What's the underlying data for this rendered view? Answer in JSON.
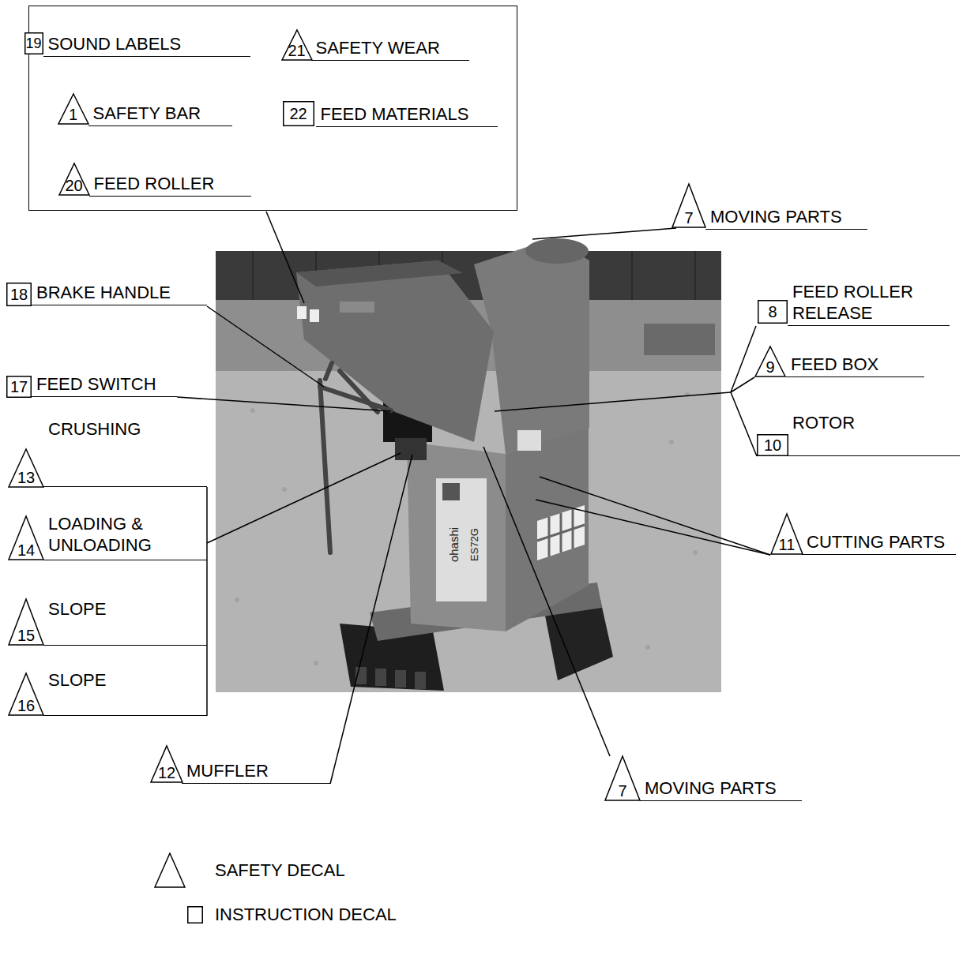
{
  "diagram": {
    "nodes": [
      {
        "text": []
      },
      {
        "text": [
          "19",
          "SOUND LABELS"
        ],
        "in": 0
      },
      {
        "text": [
          "21",
          "SAFETY WEAR"
        ],
        "in": 0
      },
      {
        "text": [
          "1",
          "SAFETY BAR"
        ],
        "in": 0
      },
      {
        "text": [
          "22",
          "FEED MATERIALS"
        ],
        "in": 0
      },
      {
        "text": [
          "20",
          "FEED ROLLER"
        ],
        "in": 0
      },
      {
        "text": [
          "7",
          "MOVING PARTS"
        ]
      },
      {
        "text": [
          "18",
          "BRAKE HANDLE"
        ]
      },
      {
        "text": [
          "8",
          "FEED ROLLER RELEASE"
        ]
      },
      {
        "text": [
          "17",
          "FEED SWITCH"
        ]
      },
      {
        "text": [
          "9",
          "FEED BOX"
        ]
      },
      {
        "text": [
          "13",
          "CRUSHING"
        ]
      },
      {
        "text": [
          "10",
          "ROTOR"
        ]
      },
      {
        "text": [
          "14",
          "LOADING & UNLOADING"
        ]
      },
      {
        "text": [
          "11",
          "CUTTING PARTS"
        ]
      },
      {
        "text": [
          "15",
          "SLOPE"
        ]
      },
      {
        "text": [
          "16",
          "SLOPE"
        ]
      },
      {
        "text": [
          "12",
          "MUFFLER"
        ]
      },
      {
        "text": [
          "7",
          "MOVING PARTS"
        ]
      }
    ],
    "labels": [
      "ohashi",
      "ES72G"
    ],
    "legend": [
      {
        "text": "SAFETY DECAL"
      },
      {
        "text": "INSTRUCTION DECAL"
      }
    ]
  }
}
